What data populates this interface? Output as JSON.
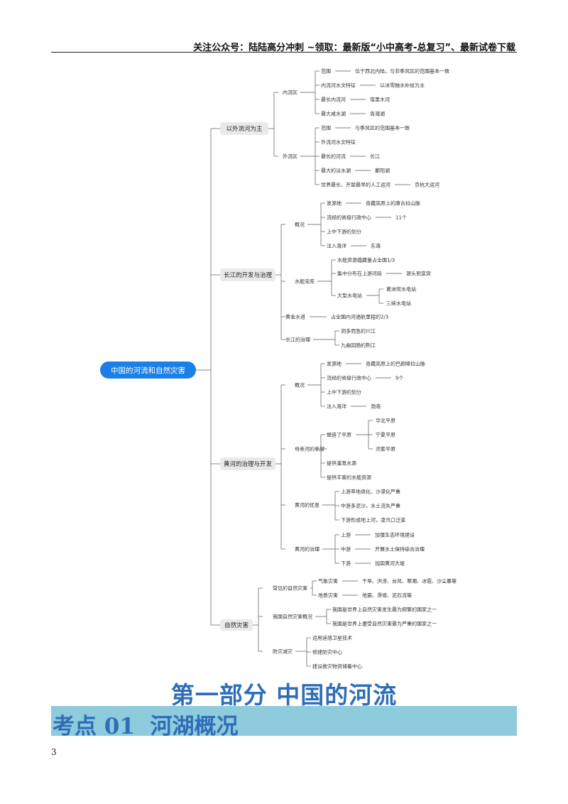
{
  "header": {
    "text": "关注公众号：陆陆高分冲刺  ~领取：最新版“小中高考-总复习”、最新试卷下载"
  },
  "mindmap": {
    "root": "中国的河流和自然灾害",
    "branches": [
      {
        "label": "以外流河为主",
        "children": [
          {
            "label": "内流区",
            "children": [
              {
                "label": "范围",
                "value": "位于西北内陆，与非季风区的范围基本一致"
              },
              {
                "label": "内流河水文特征",
                "value": "以冰雪融水补给为主"
              },
              {
                "label": "最长内流河",
                "value": "塔里木河"
              },
              {
                "label": "最大咸水湖",
                "value": "青海湖"
              }
            ]
          },
          {
            "label": "外流区",
            "children": [
              {
                "label": "范围",
                "value": "与季风区的范围基本一致"
              },
              {
                "label": "外流河水文特征",
                "value": ""
              },
              {
                "label": "最长的河流",
                "value": "长江"
              },
              {
                "label": "最大的淡水湖",
                "value": "鄱阳湖"
              },
              {
                "label": "世界最长、开凿最早的人工运河",
                "value": "京杭大运河"
              }
            ]
          }
        ]
      },
      {
        "label": "长江的开发与治理",
        "children": [
          {
            "label": "概况",
            "children": [
              {
                "label": "发源地",
                "value": "青藏高原上的唐古拉山脉"
              },
              {
                "label": "流经的省级行政中心",
                "value": "11个"
              },
              {
                "label": "上中下游的划分",
                "value": ""
              },
              {
                "label": "注入海洋",
                "value": "东海"
              }
            ]
          },
          {
            "label": "水能宝库",
            "children": [
              {
                "label": "水能资源蕴藏量占全国1/3",
                "value": ""
              },
              {
                "label": "集中分布在上游河段",
                "value": "源头到宜宾"
              },
              {
                "label": "大型水电站",
                "values": [
                  "葛洲坝水电站",
                  "三峡水电站"
                ]
              }
            ]
          },
          {
            "label": "黄金水道",
            "value": "占全国内河通航里程的2/3"
          },
          {
            "label": "长江的治理",
            "children": [
              {
                "label": "洞多而急的川江",
                "value": ""
              },
              {
                "label": "九曲回肠的荆江",
                "value": ""
              }
            ]
          }
        ]
      },
      {
        "label": "黄河的治理与开发",
        "children": [
          {
            "label": "概况",
            "children": [
              {
                "label": "发源地",
                "value": "青藏高原上的巴颜喀拉山脉"
              },
              {
                "label": "流经的省级行政中心",
                "value": "9个"
              },
              {
                "label": "上中下游的划分",
                "value": ""
              },
              {
                "label": "注入海洋",
                "value": "渤海"
              }
            ]
          },
          {
            "label": "母亲河的奉献",
            "children": [
              {
                "label": "塑造了平原",
                "values": [
                  "华北平原",
                  "宁夏平原",
                  "河套平原"
                ]
              },
              {
                "label": "提供灌溉水源",
                "value": ""
              },
              {
                "label": "提供丰富的水能资源",
                "value": ""
              }
            ]
          },
          {
            "label": "黄河的忧患",
            "children": [
              {
                "label": "上游草地退化、沙漠化严重",
                "value": ""
              },
              {
                "label": "中游多泥沙，水土流失严重",
                "value": ""
              },
              {
                "label": "下游形成地上河，凌汛口泛滥",
                "value": ""
              }
            ]
          },
          {
            "label": "黄河的治理",
            "children": [
              {
                "label": "上游",
                "value": "加强生态环境建设"
              },
              {
                "label": "中游",
                "value": "开展水土保持综合治理"
              },
              {
                "label": "下游",
                "value": "加固黄河大堤"
              }
            ]
          }
        ]
      },
      {
        "label": "自然灾害",
        "children": [
          {
            "label": "常见的自然灾害",
            "children": [
              {
                "label": "气象灾害",
                "value": "干旱、洪涝、台风、寒潮、冰雹、沙尘暴等"
              },
              {
                "label": "地质灾害",
                "value": "地震、滑坡、泥石流等"
              }
            ]
          },
          {
            "label": "我国自然灾害概况",
            "children": [
              {
                "label": "我国是世界上自然灾害发生最为频繁的国家之一",
                "value": ""
              },
              {
                "label": "我国是世界上遭受自然灾害最为严重的国家之一",
                "value": ""
              }
            ]
          },
          {
            "label": "防灾减灾",
            "children": [
              {
                "label": "运用遥感卫星技术",
                "value": ""
              },
              {
                "label": "修建防灾中心",
                "value": ""
              },
              {
                "label": "建设救灾物资储备中心",
                "value": ""
              }
            ]
          }
        ]
      }
    ]
  },
  "section": {
    "title": "第一部分  中国的河流",
    "kaodian": "考点 01  河湖概况"
  },
  "page_number": "3",
  "colors": {
    "root_fill": "#1a7fe6",
    "branch_fill": "#eaeaea",
    "line": "#555555",
    "title_blue": "#2f6db8",
    "kaodian_bg": "#8ecbdc"
  }
}
